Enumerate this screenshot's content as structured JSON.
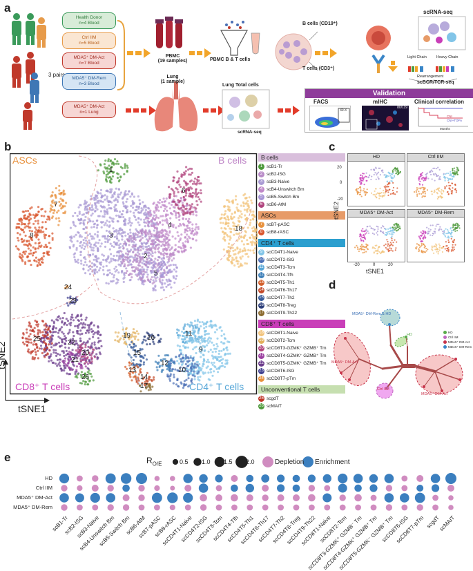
{
  "panel_a": {
    "letter": "a",
    "pills": {
      "hd": [
        "Health Donor",
        "n=4 Blood"
      ],
      "ctrl": [
        "Ctrl IIM",
        "n=5 Blood"
      ],
      "act": [
        "MDA5⁺ DM-Act",
        "n=7 Blood"
      ],
      "rem": [
        "MDA5⁺ DM-Rem",
        "n=3 Blood"
      ],
      "lung": [
        "MDA5⁺ DM-Act",
        "n=1 Lung"
      ]
    },
    "pairs": "3 pairs",
    "pbmc": [
      "PBMC",
      "(19 samples)"
    ],
    "lung": [
      "Lung",
      "(1 sample)"
    ],
    "pbmc_bt": "PBMC B & T cells",
    "b_cells": "B cells (CD19⁺)",
    "t_cells": "T cells (CD3⁺)",
    "scrnaseq": "scRNA-seq",
    "light_chain": "Light Chain",
    "heavy_chain": "Heavy Chain",
    "vjc": [
      "V",
      "J",
      "C"
    ],
    "vdjc": [
      "V",
      "D",
      "J",
      "C"
    ],
    "rearrangement": "Rearrangement",
    "bcrtcr": "scBCR/TCR-seq",
    "lung_total": "Lung Total cells",
    "scrnaseq2": "scRNA-seq",
    "validation": "Validation",
    "facs": "FACS",
    "mihc": "mIHC",
    "clinical": "Clinical correlation",
    "facs_value": "30.3",
    "mihc_value": "80/119",
    "km_labels": [
      "CNI",
      "CNI+TOFA"
    ],
    "km_x": "Months"
  },
  "panel_b": {
    "letter": "b",
    "region_labels": {
      "ascs": "ASCs",
      "bcells": "B cells",
      "cd8": "CD8⁺ T cells",
      "cd4": "CD4⁺ T cells"
    },
    "cluster_numbers": [
      "1",
      "2",
      "3",
      "4",
      "5",
      "6",
      "7",
      "8",
      "9",
      "10",
      "11",
      "12",
      "13",
      "14",
      "15",
      "16",
      "17",
      "18",
      "19",
      "20",
      "21",
      "22",
      "23",
      "24",
      "25",
      "26"
    ],
    "xaxis": "tSNE1",
    "yaxis": "tSNE2",
    "legend": [
      {
        "head": "B cells",
        "head_color": "#d9bfdc",
        "items": [
          {
            "n": "1",
            "label": "scB1-Tr",
            "color": "#4e9a3c"
          },
          {
            "n": "2",
            "label": "scB2-ISG",
            "color": "#b98cc8"
          },
          {
            "n": "3",
            "label": "scB3-Naive",
            "color": "#a99ad4"
          },
          {
            "n": "4",
            "label": "scB4-Unswitch Bm",
            "color": "#c089c9"
          },
          {
            "n": "5",
            "label": "scB5-Switch Bm",
            "color": "#a896d6"
          },
          {
            "n": "6",
            "label": "scB6-AtM",
            "color": "#b0457e"
          }
        ]
      },
      {
        "head": "ASCs",
        "head_color": "#e79b68",
        "items": [
          {
            "n": "7",
            "label": "scB7-pASC",
            "color": "#e8923f"
          },
          {
            "n": "8",
            "label": "scB8-rASC",
            "color": "#d9552c"
          }
        ]
      },
      {
        "head": "CD4⁺ T cells",
        "head_color": "#2c9fcf",
        "items": [
          {
            "n": "9",
            "label": "scCD4T1-Naive",
            "color": "#82c5e8"
          },
          {
            "n": "10",
            "label": "scCD4T2-ISG",
            "color": "#4b6fb5"
          },
          {
            "n": "11",
            "label": "scCD4T3-Tcm",
            "color": "#5aa8d8"
          },
          {
            "n": "12",
            "label": "scCD4T4-Tfh",
            "color": "#3d7fb8"
          },
          {
            "n": "13",
            "label": "scCD4T5-Th1",
            "color": "#d4612d"
          },
          {
            "n": "14",
            "label": "scCD4T6-Th17",
            "color": "#c34a2a"
          },
          {
            "n": "15",
            "label": "scCD4T7-Th2",
            "color": "#355a9a"
          },
          {
            "n": "16",
            "label": "scCD4T8-Treg",
            "color": "#2c3e7a"
          },
          {
            "n": "17",
            "label": "scCD4T9-Th22",
            "color": "#8a6a2e"
          }
        ]
      },
      {
        "head": "CD8⁺ T cells",
        "head_color": "#c93eb8",
        "items": [
          {
            "n": "18",
            "label": "scCD8T1-Naive",
            "color": "#f2c37a"
          },
          {
            "n": "19",
            "label": "scCD8T2-Tcm",
            "color": "#e3b05c"
          },
          {
            "n": "20",
            "label": "scCD8T3-GZMK⁺ GZMB⁺ Tm",
            "color": "#b0457e"
          },
          {
            "n": "21",
            "label": "scCD8T4-GZMK⁺ GZMB⁺ Tm",
            "color": "#9b3fa0"
          },
          {
            "n": "22",
            "label": "scCD8T5-GZMK⁺ GZMB⁺ Tm",
            "color": "#6b3c8c"
          },
          {
            "n": "23",
            "label": "scCD8T6-ISG",
            "color": "#3f3f8f"
          },
          {
            "n": "24",
            "label": "scCD8T7-pTm",
            "color": "#e8923f"
          }
        ]
      },
      {
        "head": "Unconventional T cells",
        "head_color": "#c6dfb0",
        "items": [
          {
            "n": "25",
            "label": "scgdT",
            "color": "#c0392b"
          },
          {
            "n": "26",
            "label": "scMAIT",
            "color": "#4e9a3c"
          }
        ]
      }
    ]
  },
  "panel_c": {
    "letter": "c",
    "titles": [
      "HD",
      "Ctrl IIM",
      "MDA5⁺ DM-Act",
      "MDA5⁺ DM-Rem"
    ],
    "xticks": [
      "-20",
      "0",
      "20"
    ],
    "yticks": [
      "20",
      "0",
      "-20"
    ],
    "xaxis": "tSNE1",
    "yaxis": "tSNE2"
  },
  "panel_d": {
    "letter": "d",
    "top_label": "MDA5⁺ DM-Rem & HD",
    "hd_label": "HD",
    "act_label_left": "MDA5⁺ DM-Act",
    "ctrl_label": "Ctrl IIM",
    "act_label_right": "MDA5⁺ DM-Act",
    "legend": [
      {
        "label": "HD",
        "color": "#5aab4a"
      },
      {
        "label": "Ctrl IIM",
        "color": "#c066c0"
      },
      {
        "label": "MDA5⁺ DM-Act",
        "color": "#c8344a"
      },
      {
        "label": "MDA5⁺ DM-Rem",
        "color": "#3a86c8"
      }
    ]
  },
  "panel_e": {
    "letter": "e",
    "legend_title": "R",
    "legend_sub": "O/E",
    "size_values": [
      "0.5",
      "1.0",
      "1.5",
      "2.0"
    ],
    "depletion": "Depletion",
    "enrichment": "Enrichment",
    "depletion_color": "#d08cc0",
    "enrichment_color": "#3b7fbf",
    "rows": [
      "HD",
      "Ctrl IIM",
      "MDA5⁺ DM-Act",
      "MDA5⁺ DM-Rem"
    ],
    "columns": [
      "scB1-Tr",
      "scB2-ISG",
      "scB3-Naive",
      "scB4-Unswitch Bm",
      "scB5-Switch Bm",
      "scB6-AtM",
      "scB7-pASC",
      "scB8-rASC",
      "scCD4T1-Naive",
      "scCD4T2-ISG",
      "scCD4T3-Tcm",
      "scCD4T4-Tfh",
      "scCD4T5-Th1",
      "scCD4T6-Th17",
      "scCD4T7-Th2",
      "scCD4T8-Treg",
      "scCD4T9-Th22",
      "scCD8T1-Naive",
      "scCD8T2-Tcm",
      "scCD8T3-GZMK⁺ GZMB⁻ Tm",
      "scCD8T4-GZMK⁺ GZMB⁺ Tm",
      "scCD8T5-GZMK⁻ GZMB⁺ Tm",
      "scCD8T6-ISG",
      "scCD8T7-pTm",
      "scgdT",
      "scMAIT"
    ],
    "ratios": [
      [
        1.7,
        0.8,
        0.9,
        1.8,
        1.9,
        2.0,
        0.6,
        0.6,
        1.6,
        1.4,
        1.2,
        1.0,
        1.1,
        1.3,
        1.2,
        1.1,
        1.2,
        1.4,
        1.7,
        1.6,
        1.4,
        1.6,
        0.8,
        1.0,
        1.6,
        2.0
      ],
      [
        0.9,
        0.7,
        1.0,
        0.9,
        1.1,
        0.9,
        0.7,
        0.5,
        1.0,
        1.6,
        0.8,
        1.1,
        1.4,
        1.0,
        1.2,
        1.1,
        0.9,
        0.8,
        1.5,
        1.1,
        1.2,
        0.9,
        0.8,
        1.0,
        1.2,
        1.0
      ],
      [
        1.6,
        1.5,
        1.7,
        1.6,
        1.0,
        0.9,
        1.8,
        1.9,
        1.7,
        1.1,
        1.0,
        1.1,
        1.0,
        0.9,
        1.0,
        1.0,
        1.1,
        1.5,
        0.9,
        1.1,
        0.8,
        1.6,
        1.6,
        1.8,
        0.8,
        0.6
      ],
      [
        0.9,
        0.8,
        0.8,
        0.9,
        0.9,
        0.8,
        0.8,
        0.7,
        0.8,
        0.9,
        0.8,
        0.8,
        0.8,
        0.8,
        0.8,
        0.8,
        0.8,
        0.8,
        0.8,
        0.8,
        0.8,
        0.9,
        0.8,
        0.9,
        0.8,
        0.6
      ]
    ],
    "enriched": [
      [
        1,
        0,
        0,
        1,
        1,
        1,
        0,
        0,
        1,
        1,
        1,
        0,
        1,
        1,
        1,
        1,
        1,
        1,
        1,
        1,
        1,
        1,
        0,
        0,
        1,
        1
      ],
      [
        0,
        0,
        0,
        0,
        1,
        0,
        0,
        0,
        0,
        1,
        0,
        1,
        1,
        0,
        1,
        1,
        0,
        0,
        1,
        1,
        1,
        0,
        0,
        1,
        1,
        0
      ],
      [
        1,
        1,
        1,
        1,
        0,
        0,
        1,
        1,
        1,
        0,
        0,
        0,
        0,
        0,
        0,
        0,
        0,
        1,
        0,
        0,
        0,
        1,
        1,
        1,
        0,
        0
      ],
      [
        0,
        0,
        0,
        0,
        0,
        0,
        0,
        0,
        0,
        0,
        0,
        0,
        0,
        0,
        0,
        0,
        0,
        0,
        0,
        0,
        0,
        0,
        0,
        0,
        0,
        0
      ]
    ]
  }
}
